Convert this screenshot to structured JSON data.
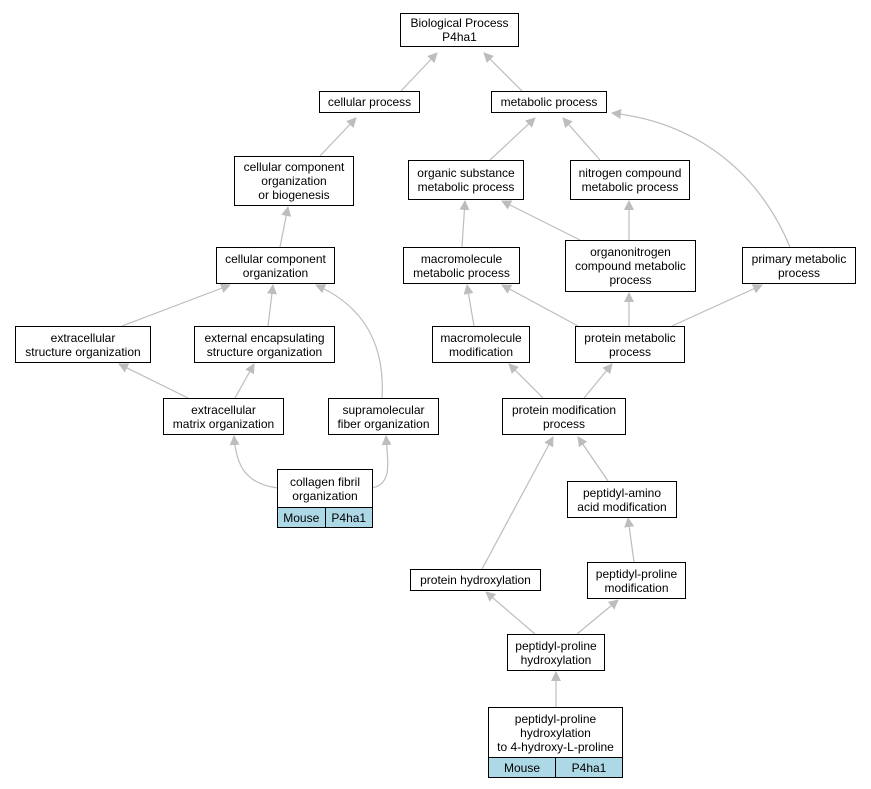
{
  "colors": {
    "edge": "#bdbdbd",
    "node_border": "#000000",
    "annotation_fill": "#add8e6"
  },
  "nodes": {
    "root": "Biological Process\nP4ha1",
    "cellular_process": "cellular process",
    "metabolic_process": "metabolic process",
    "ccob": "cellular component\norganization\nor biogenesis",
    "organic_substance": "organic substance\nmetabolic process",
    "nitrogen_compound": "nitrogen compound\nmetabolic process",
    "cc_org": "cellular component\norganization",
    "macromolecule_met": "macromolecule\nmetabolic process",
    "organonitrogen": "organonitrogen\ncompound metabolic\nprocess",
    "primary_met": "primary metabolic\nprocess",
    "extracellular_struct": "extracellular\nstructure organization",
    "external_encaps": "external encapsulating\nstructure organization",
    "macromolecule_mod": "macromolecule\nmodification",
    "protein_met": "protein metabolic\nprocess",
    "ecm_org": "extracellular\nmatrix organization",
    "supramolecular": "supramolecular\nfiber organization",
    "protein_mod": "protein modification\nprocess",
    "collagen": "collagen fibril\norganization",
    "peptidyl_amino": "peptidyl-amino\nacid modification",
    "protein_hydroxylation": "protein hydroxylation",
    "peptidyl_proline_mod": "peptidyl-proline\nmodification",
    "peptidyl_proline_hydrox": "peptidyl-proline\nhydroxylation",
    "hydroxy_l_proline": "peptidyl-proline\nhydroxylation\nto 4-hydroxy-L-proline"
  },
  "annotations": {
    "collagen": {
      "species": "Mouse",
      "gene": "P4ha1"
    },
    "hydroxy_l_proline": {
      "species": "Mouse",
      "gene": "P4ha1"
    }
  }
}
